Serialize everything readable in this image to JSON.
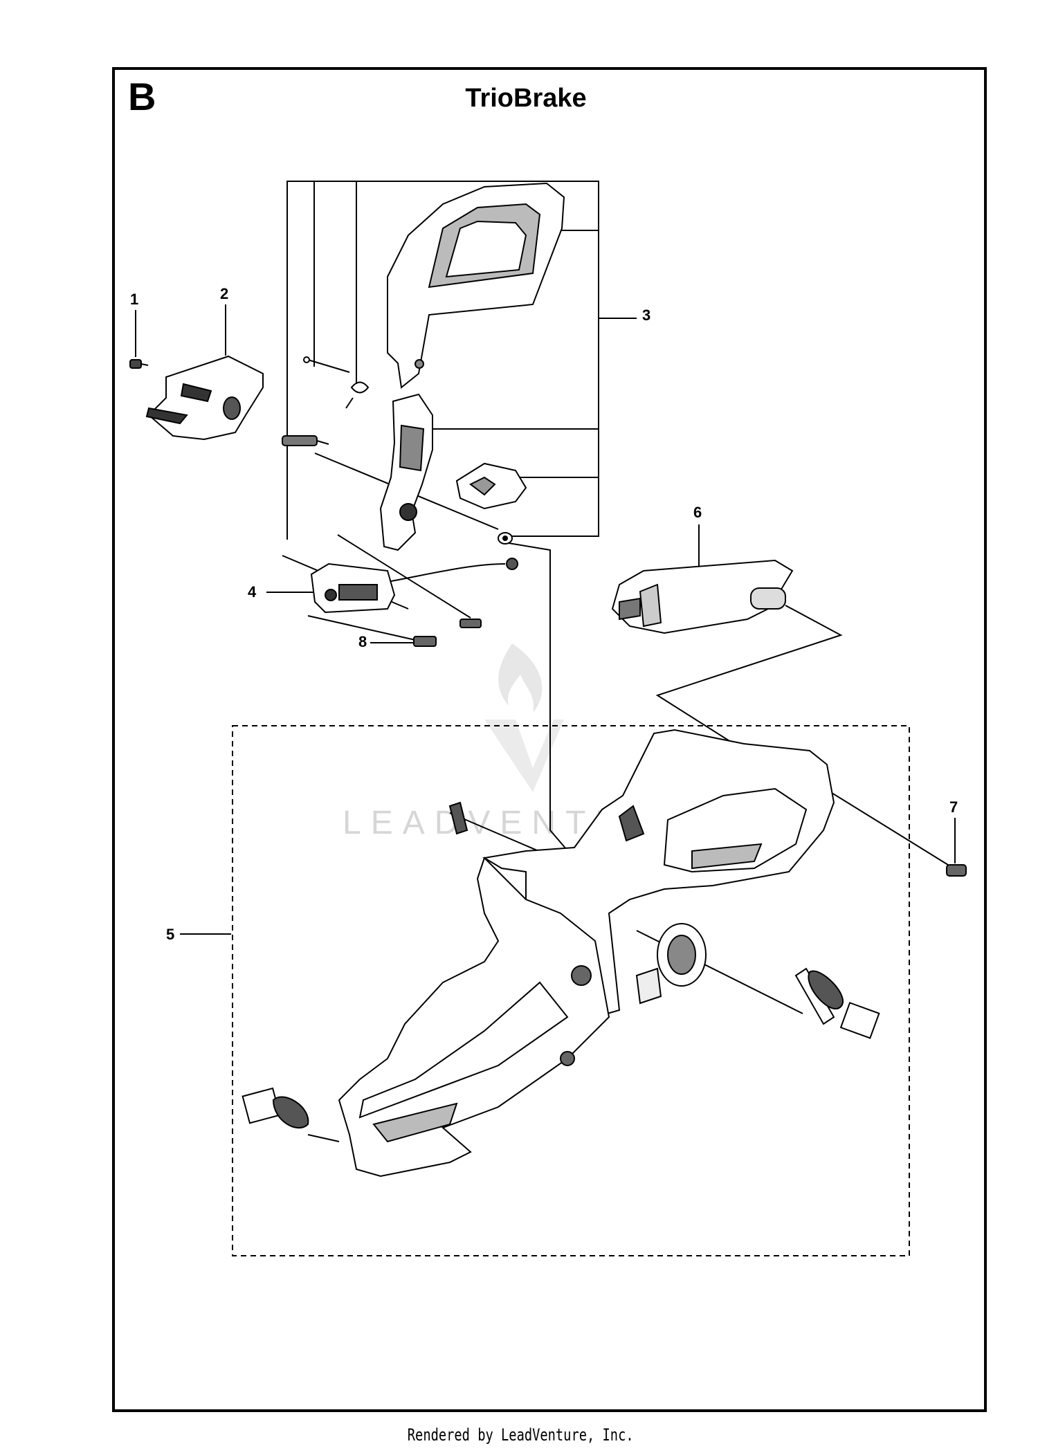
{
  "header": {
    "section_letter": "B",
    "title": "TrioBrake"
  },
  "callouts": [
    "1",
    "2",
    "3",
    "4",
    "5",
    "6",
    "7",
    "8"
  ],
  "watermark": "LEADVENTURE",
  "footer": "Rendered by LeadVenture, Inc.",
  "colors": {
    "line": "#000000",
    "watermark": "#d6d6d6",
    "background": "#ffffff"
  }
}
